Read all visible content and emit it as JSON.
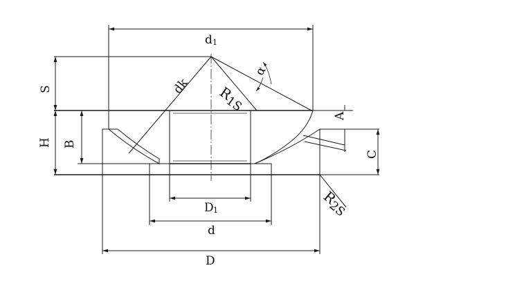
{
  "labels": {
    "d1": "d",
    "d1_sub": "1",
    "dk": "dk",
    "alpha": "α",
    "r1s": "R",
    "r1s_sub": "1S",
    "s": "S",
    "h": "H",
    "b": "B",
    "a": "A",
    "c": "C",
    "big_d1": "D",
    "big_d1_sub": "1",
    "d": "d",
    "big_d": "D",
    "r2s": "R",
    "r2s_sub": "2S"
  }
}
